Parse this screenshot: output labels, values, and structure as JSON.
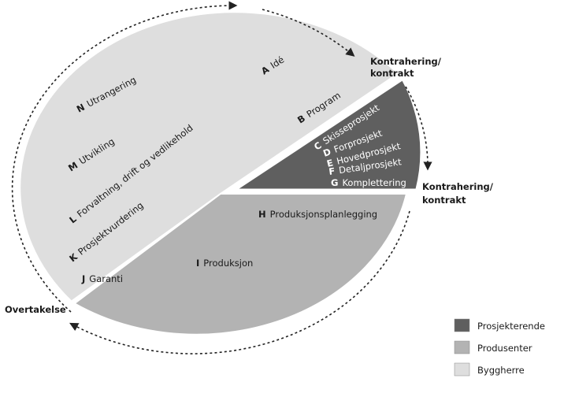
{
  "colors": {
    "prosjekterende": "#5f5f5f",
    "produsenter": "#b3b3b3",
    "byggherre": "#dedede"
  },
  "phases": [
    {
      "letter": "A",
      "name": "Idé"
    },
    {
      "letter": "B",
      "name": "Program"
    },
    {
      "letter": "C",
      "name": "Skisseprosjekt"
    },
    {
      "letter": "D",
      "name": "Forprosjekt"
    },
    {
      "letter": "E",
      "name": "Hovedprosjekt"
    },
    {
      "letter": "F",
      "name": "Detaljprosjekt"
    },
    {
      "letter": "G",
      "name": "Komplettering"
    },
    {
      "letter": "H",
      "name": "Produksjonsplanlegging"
    },
    {
      "letter": "I",
      "name": "Produksjon"
    },
    {
      "letter": "J",
      "name": "Garanti"
    },
    {
      "letter": "K",
      "name": "Prosjektvurdering"
    },
    {
      "letter": "L",
      "name": "Forvaltning, drift og vedlikehold"
    },
    {
      "letter": "M",
      "name": "Utvikling"
    },
    {
      "letter": "N",
      "name": "Utrangering"
    }
  ],
  "milestones": {
    "kontrahering_1": {
      "line1": "Kontrahering/",
      "line2": "kontrakt"
    },
    "kontrahering_2": {
      "line1": "Kontrahering/",
      "line2": "kontrakt"
    },
    "overtakelse": "Overtakelse"
  },
  "legend": [
    {
      "label": "Prosjekterende",
      "color": "#5f5f5f"
    },
    {
      "label": "Produsenter",
      "color": "#b3b3b3"
    },
    {
      "label": "Byggherre",
      "color": "#dedede"
    }
  ]
}
